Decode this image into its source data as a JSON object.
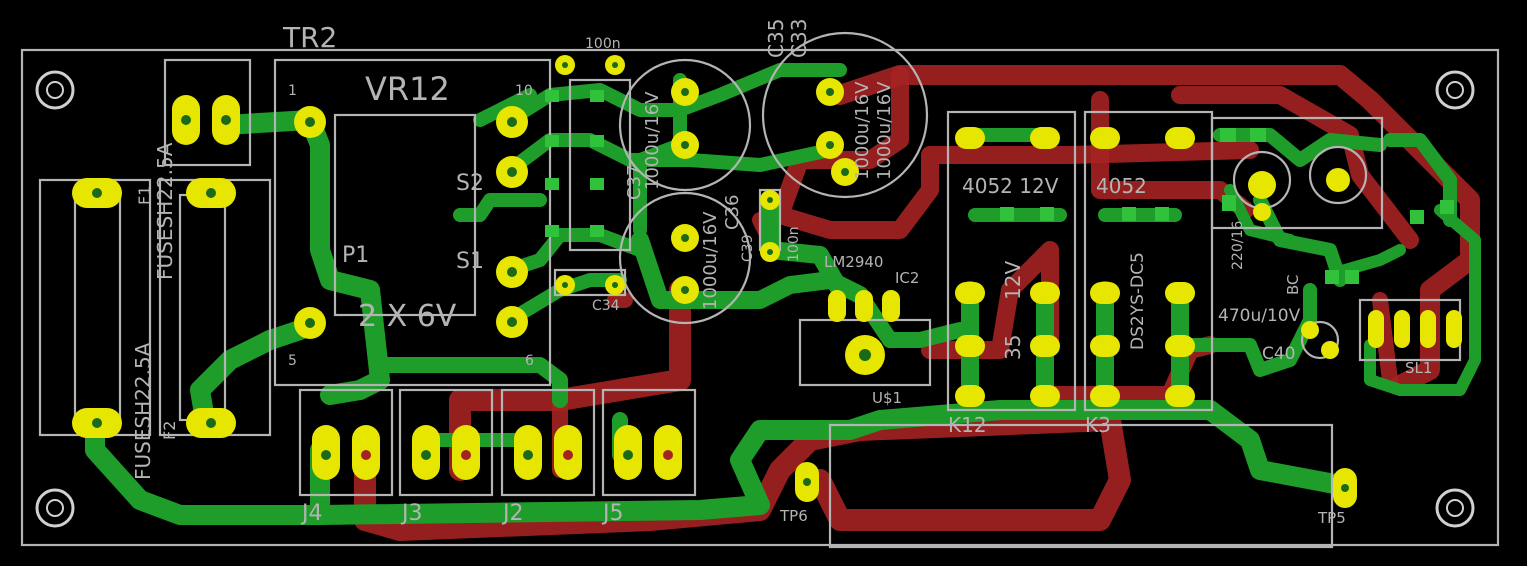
{
  "board": {
    "colors": {
      "background": "#000000",
      "top_copper": "#1f9d2a",
      "bottom_copper": "#a52222",
      "pads": "#e6e600",
      "silkscreen": "#b4b4b4"
    }
  },
  "labels": {
    "tr2": "TR2",
    "vr12": "VR12",
    "pin1": "1",
    "pin10": "10",
    "pin5": "5",
    "pin6": "6",
    "s2": "S2",
    "s1": "S1",
    "p1": "P1",
    "twox6v": "2 X 6V",
    "cap100n_top": "100n",
    "c35": "C35",
    "c33": "C33",
    "cap1000u_a": "1000u/16V",
    "cap1000u_b": "1000u/16V",
    "cap1000u_c": "1000u/16V",
    "cap1000u_d": "1000u/16V",
    "c37": "C37",
    "c36": "C36",
    "c39": "C39",
    "cap100n_mid": "100n",
    "c34": "C34",
    "lm2940": "LM2940",
    "ic2": "IC2",
    "us1": "U$1",
    "fuse1": "FUSESH22.5A",
    "fuse2": "FUSESH22.5A",
    "f1": "F1",
    "f2": "F2",
    "relay1": "4052 12V",
    "relay2": "4052",
    "k12": "K12",
    "k3": "K3",
    "r35": "35",
    "r12v": "12V",
    "ds2ys": "DS2YS-DC5",
    "cap470": "470u/10V",
    "c40": "C40",
    "sl1": "SL1",
    "cap220": "220/16",
    "bc": "BC",
    "tp6": "TP6",
    "tp5": "TP5",
    "j4": "J4",
    "j3": "J3",
    "j2": "J2",
    "j5": "J5"
  }
}
